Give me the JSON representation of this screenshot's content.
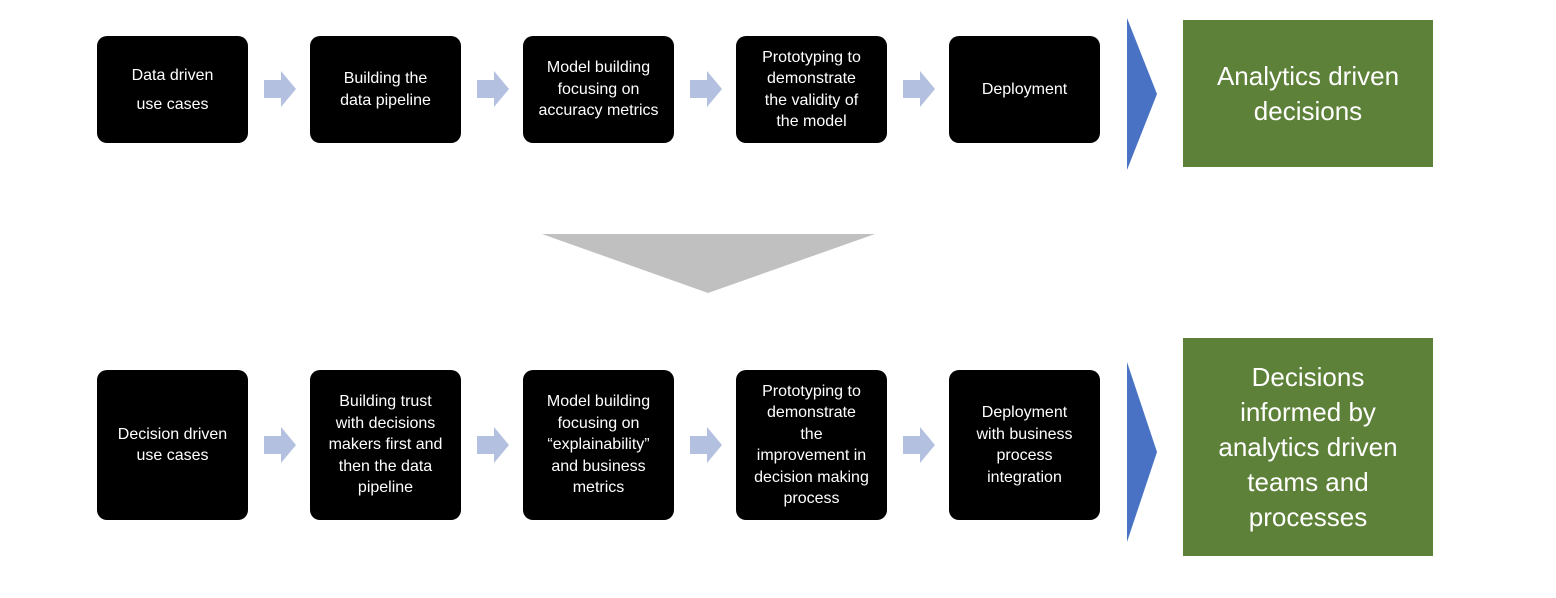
{
  "rows": [
    {
      "steps": [
        "Data driven\nuse cases",
        "Building the\ndata pipeline",
        "Model building\nfocusing on\naccuracy metrics",
        "Prototyping to\ndemonstrate\nthe validity of\nthe model",
        "Deployment"
      ],
      "outcome": "Analytics driven\ndecisions"
    },
    {
      "steps": [
        "Decision driven\nuse cases",
        "Building trust\nwith decisions\nmakers first and\nthen the data\npipeline",
        "Model building\nfocusing on\n“explainability”\nand business\nmetrics",
        "Prototyping to\ndemonstrate\nthe\nimprovement in\ndecision making\nprocess",
        "Deployment\nwith business\nprocess\nintegration"
      ],
      "outcome": "Decisions\ninformed by\nanalytics driven\nteams and\nprocesses"
    }
  ],
  "colors": {
    "step_box": "#000000",
    "step_text": "#ffffff",
    "small_arrow": "#b4c0e0",
    "big_arrow": "#4a72c4",
    "outcome_box": "#5e8139",
    "transition_arrow": "#c0c0c0"
  },
  "icons": {
    "small_arrow": "right-arrow-icon",
    "big_arrow": "right-triangle-icon",
    "transition_arrow": "down-chevron-icon"
  }
}
